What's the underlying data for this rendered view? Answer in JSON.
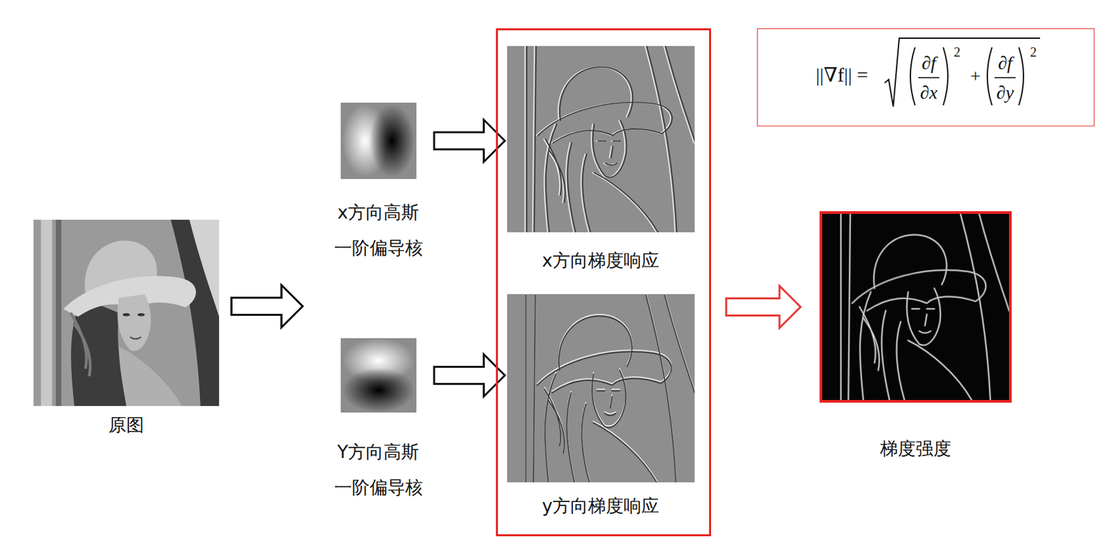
{
  "diagram": {
    "nodes": [
      {
        "text": [
          "原图"
        ]
      },
      {
        "text": [
          "x方向高斯 一阶偏导核"
        ]
      },
      {
        "text": [
          "Y方向高斯 一阶偏导核"
        ]
      },
      {
        "text": []
      },
      {
        "text": [
          "x方向梯度响应"
        ],
        "in": 3
      },
      {
        "text": [
          "y方向梯度响应"
        ],
        "in": 3
      },
      {
        "text": [
          "||∇f|| =",
          "∂f",
          "∂x",
          "2",
          "+",
          "∂f",
          "∂y",
          "2"
        ]
      },
      {
        "text": [
          "梯度强度"
        ]
      }
    ],
    "edges": [
      {
        "from": 0,
        "to": 1,
        "arrow": "to"
      },
      {
        "from": 0,
        "to": 2,
        "arrow": "to"
      },
      {
        "from": 1,
        "to": 4,
        "arrow": "to"
      },
      {
        "from": 2,
        "to": 5,
        "arrow": "to"
      },
      {
        "from": 3,
        "to": 7,
        "arrow": "to"
      }
    ]
  }
}
